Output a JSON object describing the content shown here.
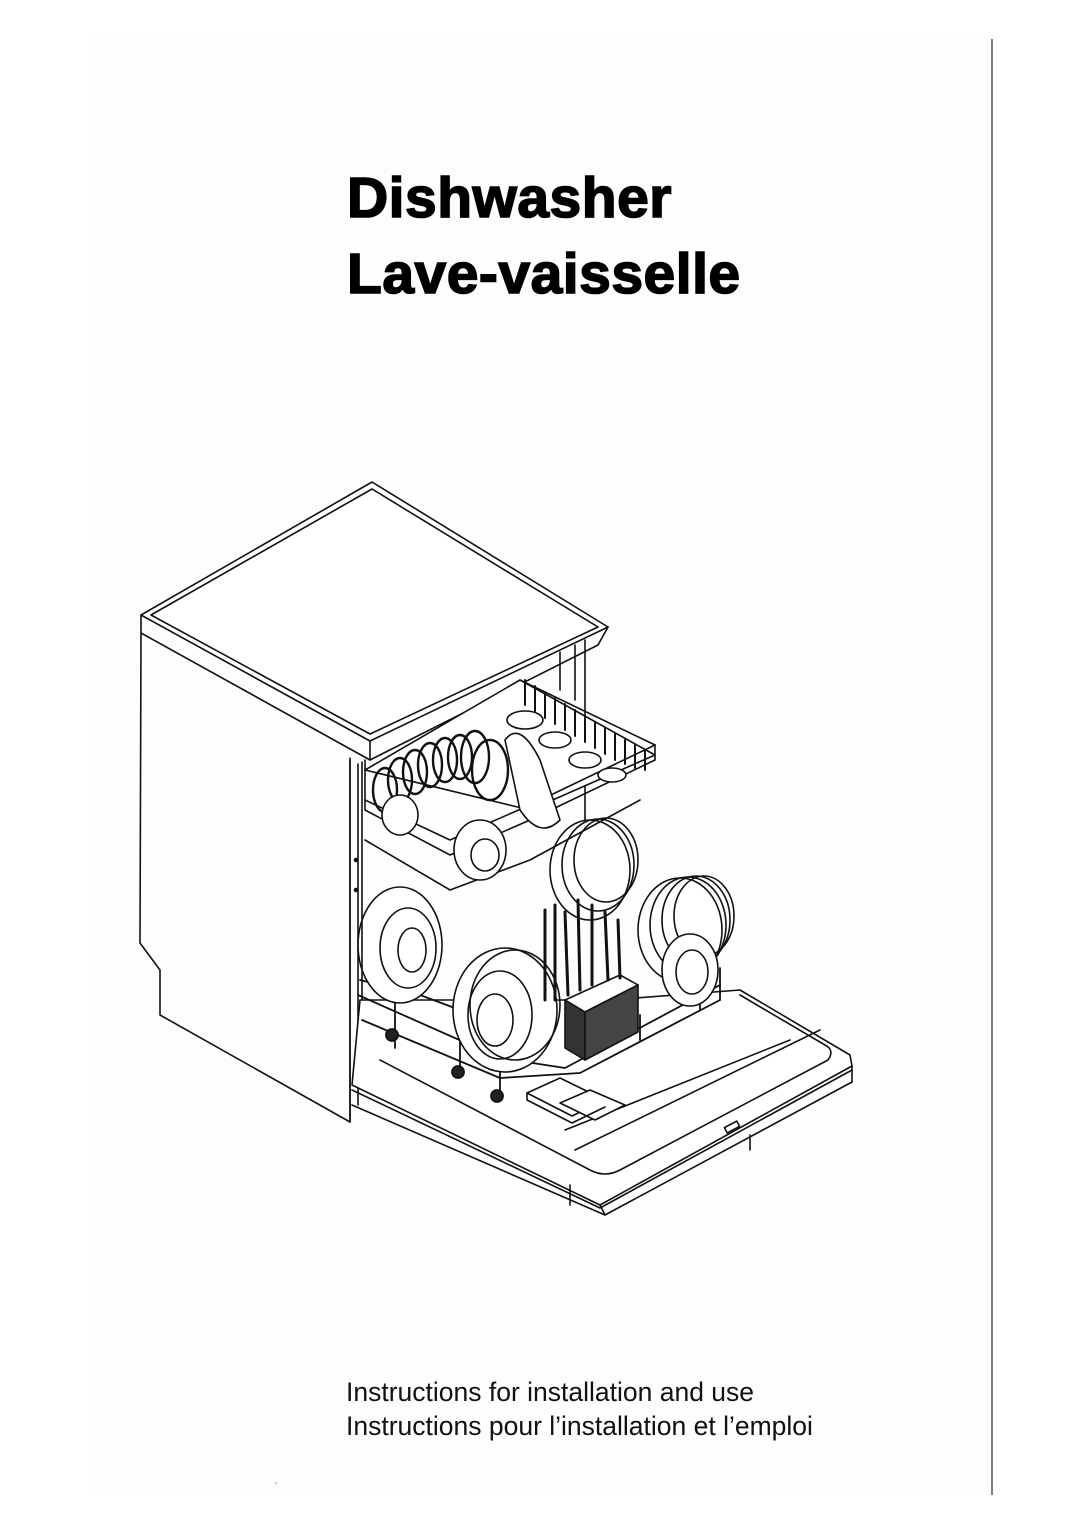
{
  "document": {
    "title_lines": [
      "Dishwasher",
      "Lave-vaisselle"
    ],
    "subtitle_lines": [
      "Instructions for installation and use",
      "Instructions pour l’installation et l’emploi"
    ],
    "illustration": {
      "subject": "dishwasher-open-door-with-loaded-racks",
      "style": "black line drawing"
    },
    "colors": {
      "text": "#000000",
      "page_background": "#fdfdfd",
      "edge_line": "#7a7a7a"
    }
  }
}
